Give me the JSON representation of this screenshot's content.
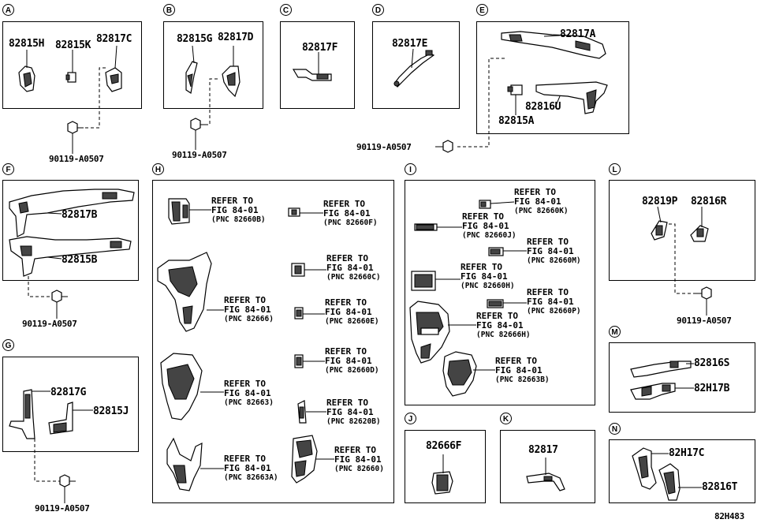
{
  "sections": {
    "A": "A",
    "B": "B",
    "C": "C",
    "D": "D",
    "E": "E",
    "F": "F",
    "G": "G",
    "H": "H",
    "I": "I",
    "J": "J",
    "K": "K",
    "L": "L",
    "M": "M",
    "N": "N"
  },
  "parts": {
    "p82815H": "82815H",
    "p82815K": "82815K",
    "p82817C": "82817C",
    "p82815G": "82815G",
    "p82817D": "82817D",
    "p82817F": "82817F",
    "p82817E": "82817E",
    "p82817A": "82817A",
    "p82816U": "82816U",
    "p82815A": "82815A",
    "p82817B": "82817B",
    "p82815B": "82815B",
    "p82817G": "82817G",
    "p82815J": "82815J",
    "p82666F": "82666F",
    "p82817": "82817",
    "p82819P": "82819P",
    "p82816R": "82816R",
    "p82816S": "82816S",
    "p82H17B": "82H17B",
    "p82H17C": "82H17C",
    "p82816T": "82816T",
    "bolt": "90119-A0507"
  },
  "refer": {
    "line1": "REFER TO",
    "line2": "FIG 84-01"
  },
  "pnc": {
    "h1": "(PNC 82660B)",
    "h2": "(PNC 82660F)",
    "h3": "(PNC 82660C)",
    "h4": "(PNC 82666)",
    "h5": "(PNC 82660E)",
    "h6": "(PNC 82660D)",
    "h7": "(PNC 82663)",
    "h8": "(PNC 82620B)",
    "h9": "(PNC 82663A)",
    "h10": "(PNC 82660)",
    "i1": "(PNC 82660K)",
    "i2": "(PNC 82660J)",
    "i3": "(PNC 82660M)",
    "i4": "(PNC 82660H)",
    "i5": "(PNC 82660P)",
    "i6": "(PNC 82666H)",
    "i7": "(PNC 82663B)"
  },
  "diagram_code": "82H483"
}
